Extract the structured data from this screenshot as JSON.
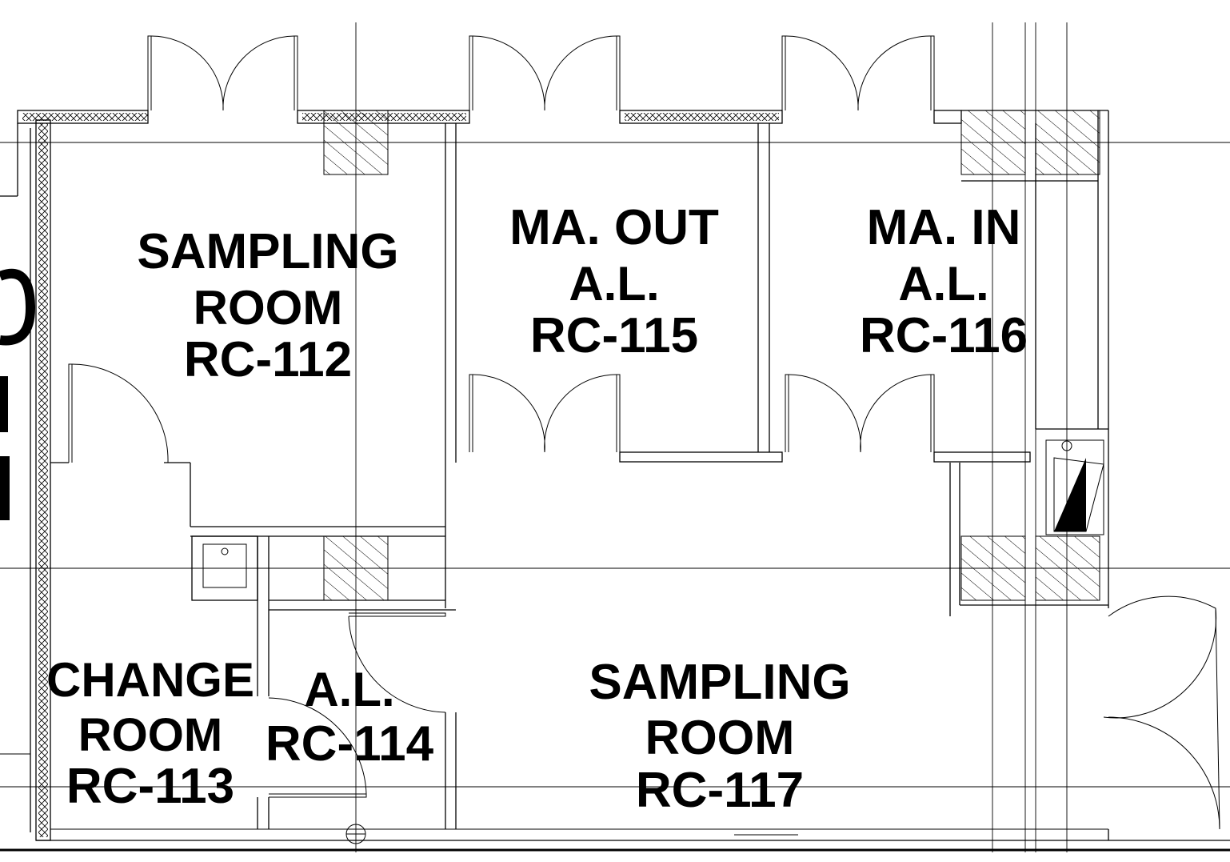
{
  "rooms": [
    {
      "id": "rc-112",
      "lines": [
        "SAMPLING",
        "ROOM",
        "RC-112"
      ]
    },
    {
      "id": "rc-115",
      "lines": [
        "MA. OUT",
        "A.L.",
        "RC-115"
      ]
    },
    {
      "id": "rc-116",
      "lines": [
        "MA. IN",
        "A.L.",
        "RC-116"
      ]
    },
    {
      "id": "rc-113",
      "lines": [
        "CHANGE",
        "ROOM",
        "RC-113"
      ]
    },
    {
      "id": "rc-114",
      "lines": [
        "A.L.",
        "RC-114"
      ]
    },
    {
      "id": "rc-117",
      "lines": [
        "SAMPLING",
        "ROOM",
        "RC-117"
      ]
    }
  ]
}
